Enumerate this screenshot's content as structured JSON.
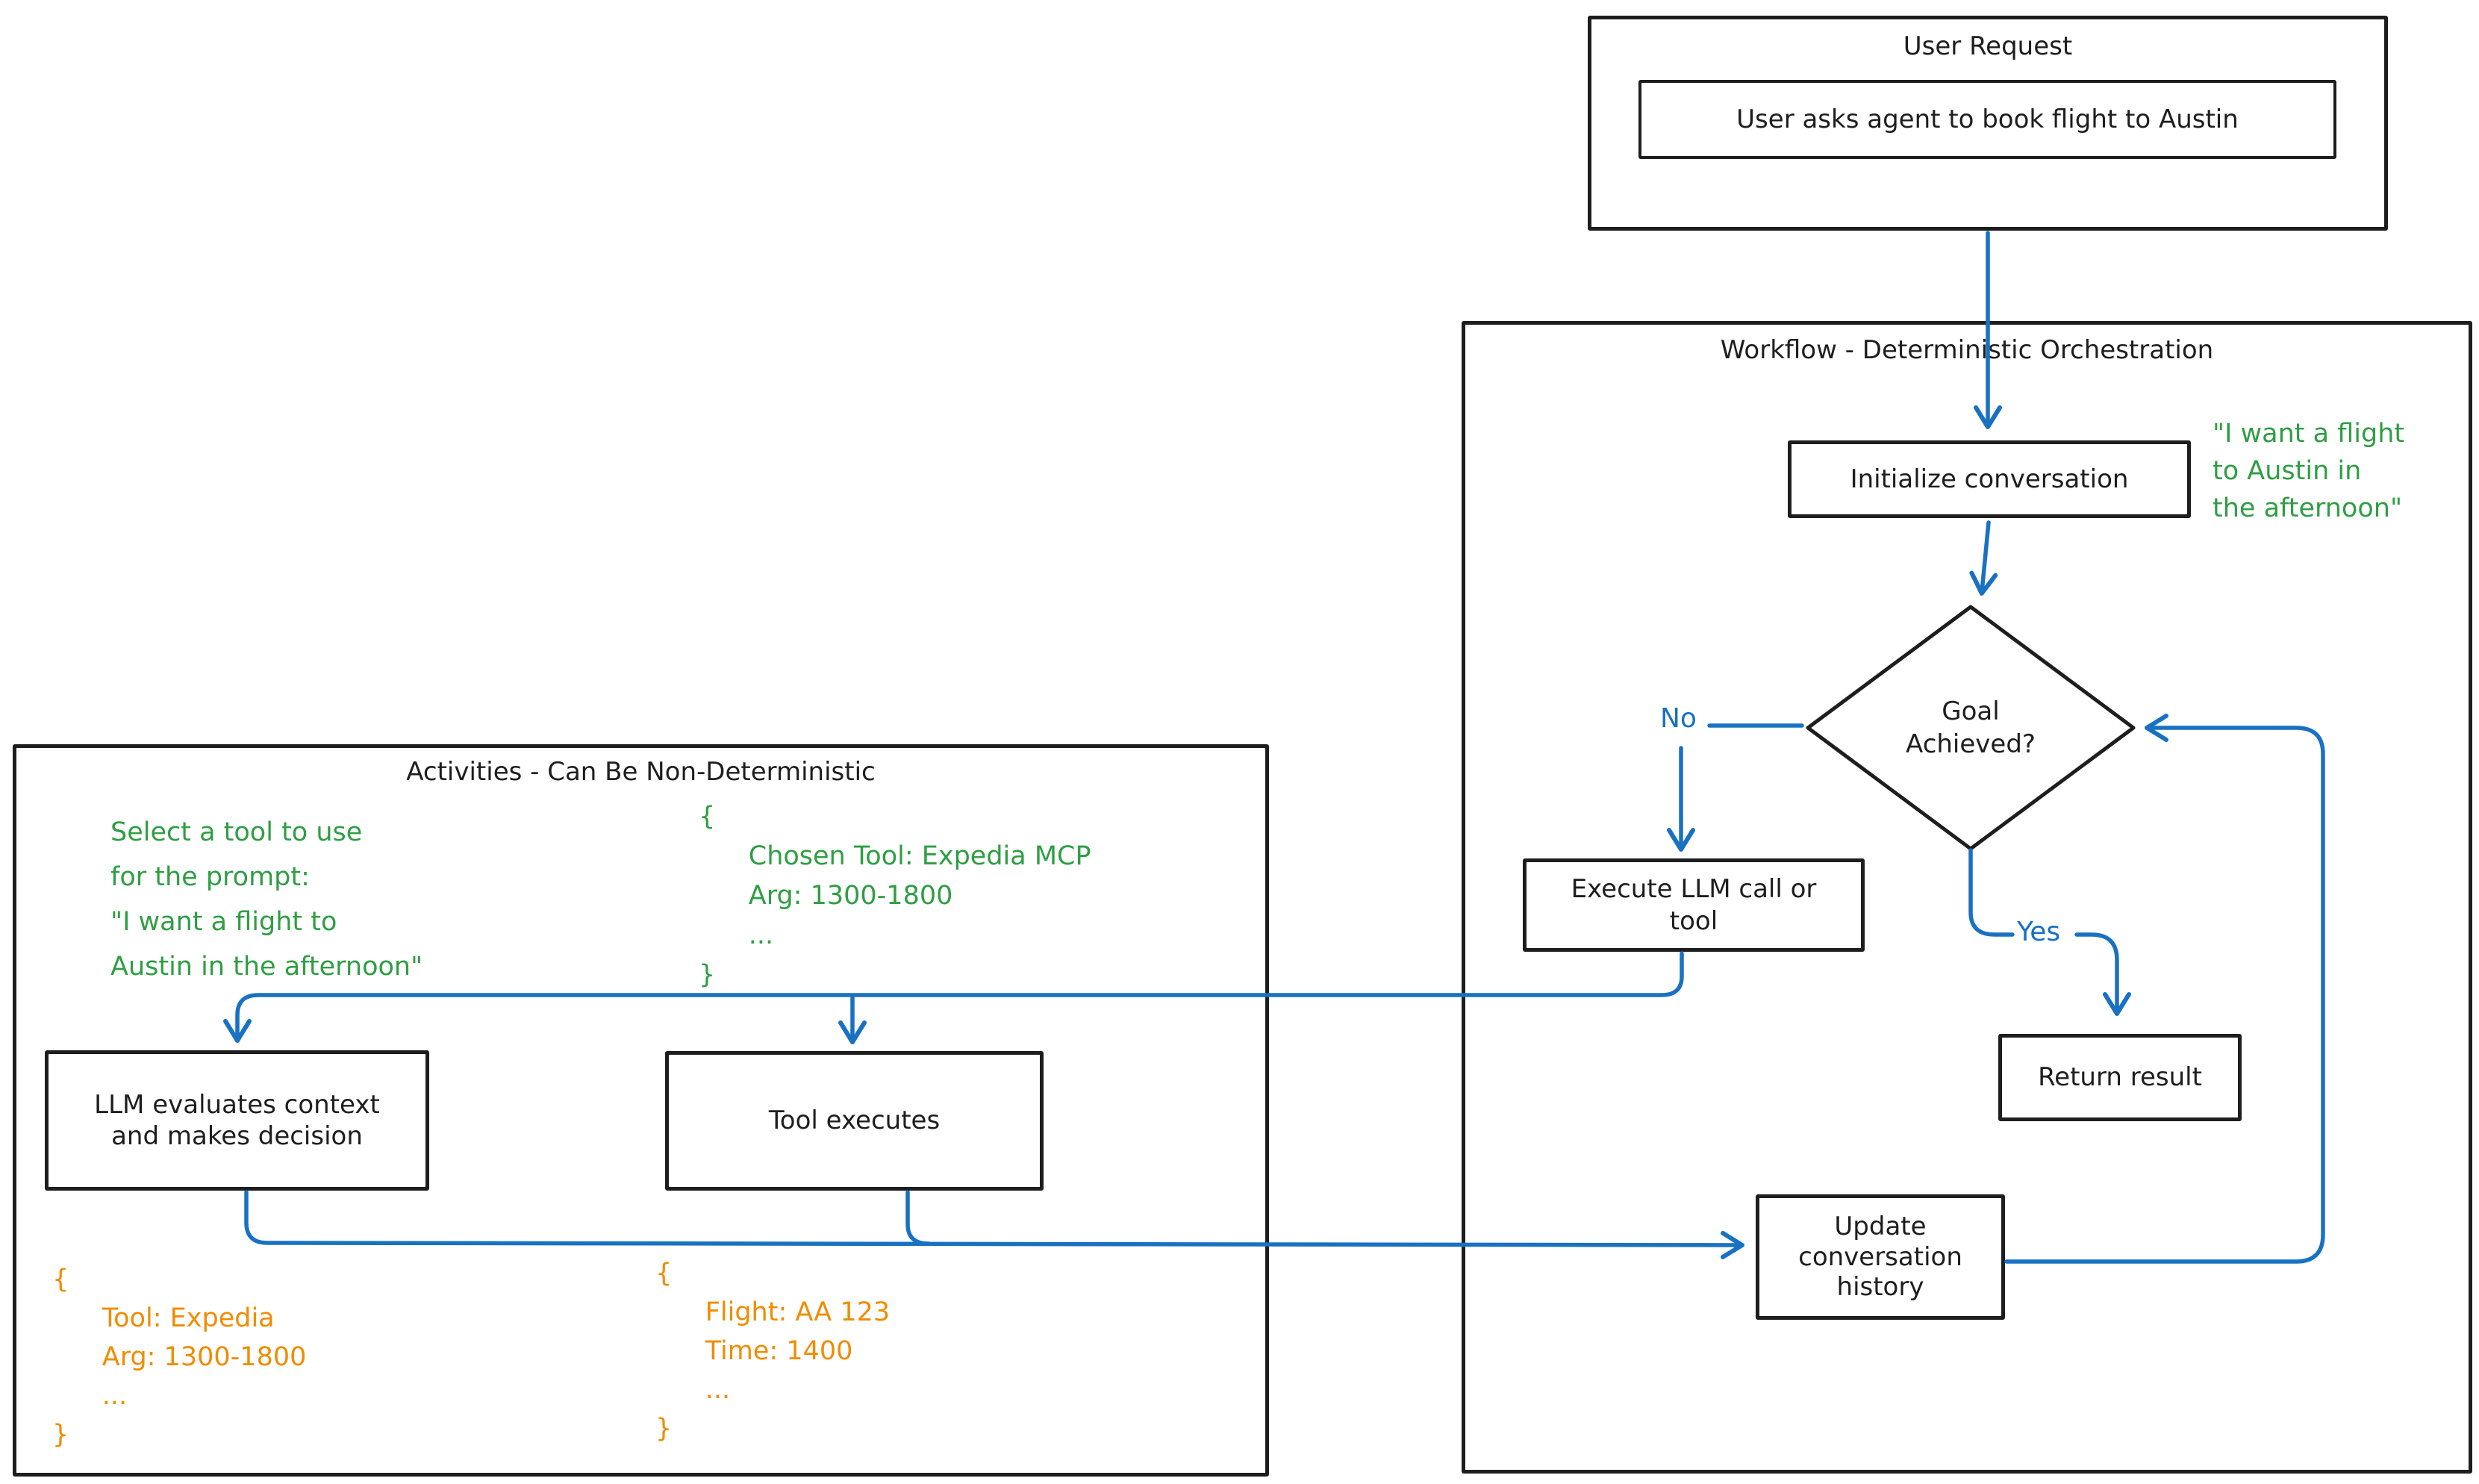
{
  "colors": {
    "stroke": "#1e1e1e",
    "blue": "#1971c2",
    "green": "#2f9e44",
    "orange": "#f08c00"
  },
  "user_request": {
    "title": "User Request",
    "message": "User asks agent to book flight to Austin"
  },
  "workflow": {
    "title": "Workflow - Deterministic Orchestration",
    "init_box": "Initialize conversation",
    "init_annotation": "\"I want a flight\nto Austin in\nthe afternoon\"",
    "decision": "Goal\nAchieved?",
    "no_label": "No",
    "yes_label": "Yes",
    "execute_box": "Execute LLM call or\ntool",
    "return_box": "Return result",
    "update_box": "Update\nconversation\nhistory"
  },
  "activities": {
    "title": "Activities - Can Be Non-Deterministic",
    "select_annotation": "Select a tool to use\nfor the prompt:\n\"I want a flight to\nAustin in the afternoon\"",
    "chosen_annotation": "{\n      Chosen Tool: Expedia MCP\n      Arg: 1300-1800\n      ...\n}",
    "llm_box": "LLM evaluates context\nand makes decision",
    "tool_box": "Tool executes",
    "tool_call_annotation": "{\n      Tool: Expedia\n      Arg: 1300-1800\n      ...\n}",
    "result_annotation": "{\n      Flight: AA 123\n      Time: 1400\n      ...\n}"
  }
}
